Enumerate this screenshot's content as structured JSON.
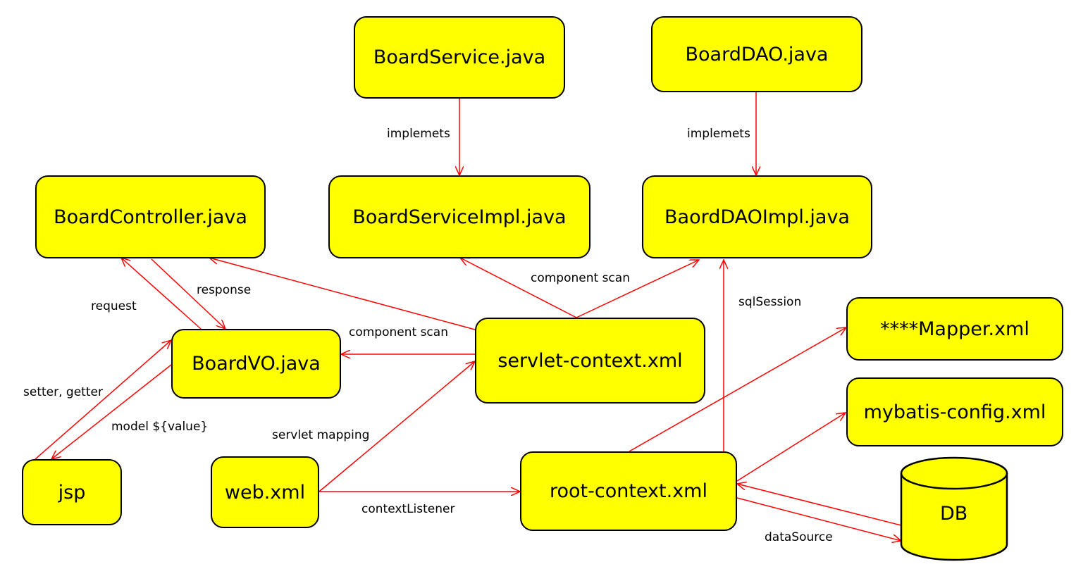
{
  "nodes": {
    "board_service": "BoardService.java",
    "board_dao": "BoardDAO.java",
    "board_controller": "BoardController.java",
    "board_service_impl": "BoardServiceImpl.java",
    "board_dao_impl": "BaordDAOImpl.java",
    "board_vo": "BoardVO.java",
    "servlet_context": "servlet-context.xml",
    "mapper_xml": "****Mapper.xml",
    "mybatis_config": "mybatis-config.xml",
    "jsp": "jsp",
    "web_xml": "web.xml",
    "root_context": "root-context.xml",
    "db": "DB"
  },
  "edge_labels": {
    "implements_service": "implemets",
    "implements_dao": "implemets",
    "response": "response",
    "request": "request",
    "component_scan_top": "component scan",
    "component_scan_left": "component scan",
    "sql_session": "sqlSession",
    "setter_getter": "setter, getter",
    "model_value": "model ${value}",
    "servlet_mapping": "servlet mapping",
    "context_listener": "contextListener",
    "data_source": "dataSource"
  },
  "colors": {
    "node_fill": "#ffff00",
    "edge": "#ff0000"
  }
}
